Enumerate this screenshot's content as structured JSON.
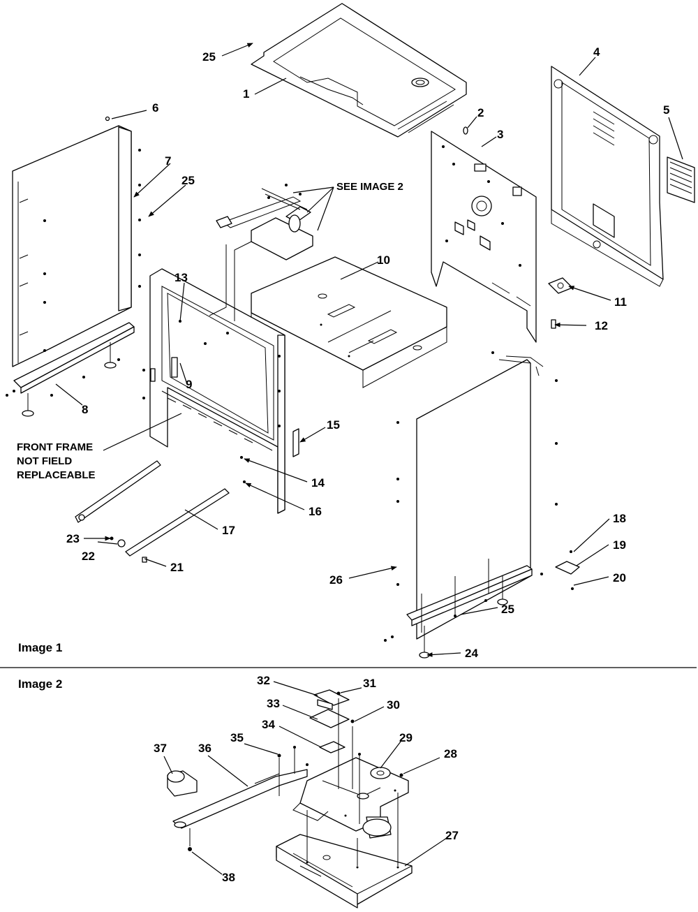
{
  "sections": {
    "image1_title": "Image 1",
    "image2_title": "Image 2"
  },
  "notes": {
    "see_image2": "SEE IMAGE 2",
    "front_frame_line1": "FRONT FRAME",
    "front_frame_line2": "NOT FIELD",
    "front_frame_line3": "REPLACEABLE"
  },
  "callouts": {
    "p1": "1",
    "p2": "2",
    "p3": "3",
    "p4": "4",
    "p5": "5",
    "p6": "6",
    "p7": "7",
    "p8": "8",
    "p9": "9",
    "p10": "10",
    "p11": "11",
    "p12": "12",
    "p13": "13",
    "p14": "14",
    "p15": "15",
    "p16": "16",
    "p17": "17",
    "p18": "18",
    "p19": "19",
    "p20": "20",
    "p21": "21",
    "p22": "22",
    "p23": "23",
    "p24": "24",
    "p25": "25",
    "p26": "26",
    "p27": "27",
    "p28": "28",
    "p29": "29",
    "p30": "30",
    "p31": "31",
    "p32": "32",
    "p33": "33",
    "p34": "34",
    "p35": "35",
    "p36": "36",
    "p37": "37",
    "p38": "38"
  }
}
